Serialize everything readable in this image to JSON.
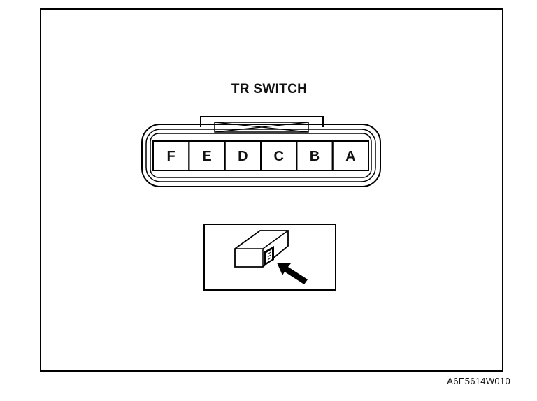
{
  "diagram": {
    "title": "TR SWITCH",
    "terminals": [
      "F",
      "E",
      "D",
      "C",
      "B",
      "A"
    ],
    "inset_icon": "connector-view-arrow-icon",
    "doc_code": "A6E5614W010"
  }
}
